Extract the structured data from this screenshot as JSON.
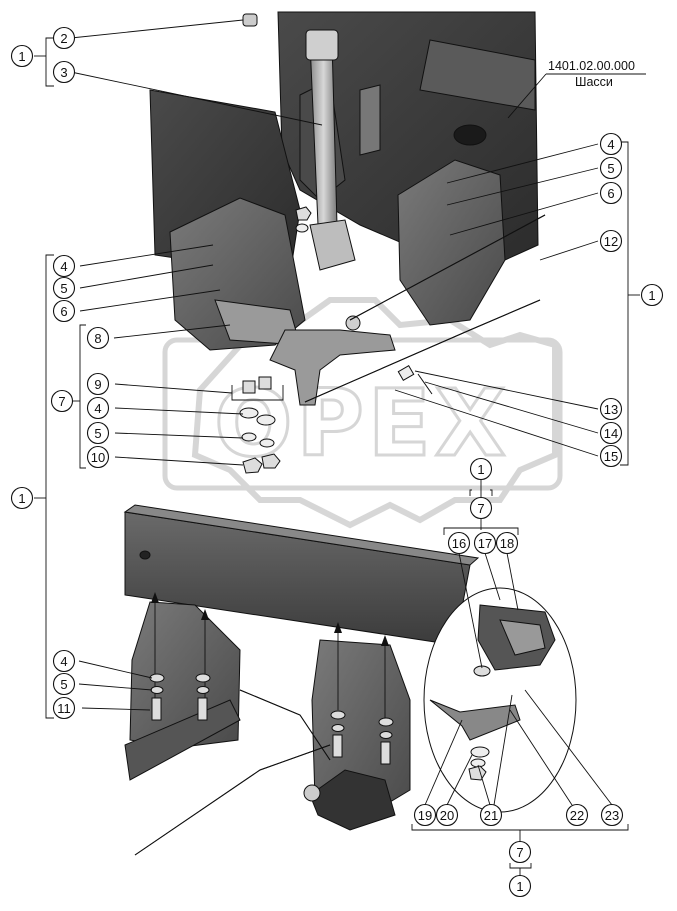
{
  "assembly_reference": {
    "code": "1401.02.00.000",
    "name": "Шасси"
  },
  "watermark_text": "ОРЕХ",
  "callouts": [
    {
      "id": "c-2-top",
      "label": "2"
    },
    {
      "id": "c-3-top",
      "label": "3"
    },
    {
      "id": "c-1-top",
      "label": "1"
    },
    {
      "id": "c-4-r",
      "label": "4"
    },
    {
      "id": "c-5-r",
      "label": "5"
    },
    {
      "id": "c-6-r",
      "label": "6"
    },
    {
      "id": "c-12",
      "label": "12"
    },
    {
      "id": "c-1-r",
      "label": "1"
    },
    {
      "id": "c-4-l",
      "label": "4"
    },
    {
      "id": "c-5-l",
      "label": "5"
    },
    {
      "id": "c-6-l",
      "label": "6"
    },
    {
      "id": "c-8",
      "label": "8"
    },
    {
      "id": "c-7-l",
      "label": "7"
    },
    {
      "id": "c-9",
      "label": "9"
    },
    {
      "id": "c-4-l2",
      "label": "4"
    },
    {
      "id": "c-5-l2",
      "label": "5"
    },
    {
      "id": "c-10",
      "label": "10"
    },
    {
      "id": "c-13",
      "label": "13"
    },
    {
      "id": "c-14",
      "label": "14"
    },
    {
      "id": "c-15",
      "label": "15"
    },
    {
      "id": "c-1-mid",
      "label": "1"
    },
    {
      "id": "c-7-mid",
      "label": "7"
    },
    {
      "id": "c-16",
      "label": "16"
    },
    {
      "id": "c-17",
      "label": "17"
    },
    {
      "id": "c-18",
      "label": "18"
    },
    {
      "id": "c-1-left",
      "label": "1"
    },
    {
      "id": "c-4-b",
      "label": "4"
    },
    {
      "id": "c-5-b",
      "label": "5"
    },
    {
      "id": "c-11",
      "label": "11"
    },
    {
      "id": "c-19",
      "label": "19"
    },
    {
      "id": "c-20",
      "label": "20"
    },
    {
      "id": "c-21",
      "label": "21"
    },
    {
      "id": "c-22",
      "label": "22"
    },
    {
      "id": "c-23",
      "label": "23"
    },
    {
      "id": "c-7-bot",
      "label": "7"
    },
    {
      "id": "c-1-bot",
      "label": "1"
    }
  ],
  "colors": {
    "frame_dark": "#3a3a3a",
    "frame_mid": "#6b6b6b",
    "plate_gray": "#5e5e5e",
    "plate_light": "#8c8c8c",
    "rod_light": "#b9b9b9",
    "watermark": "#d9d9d9",
    "line": "#111111"
  },
  "icons": [
    "bolt-icon",
    "washer-icon",
    "nut-icon",
    "arrow-up-icon"
  ]
}
